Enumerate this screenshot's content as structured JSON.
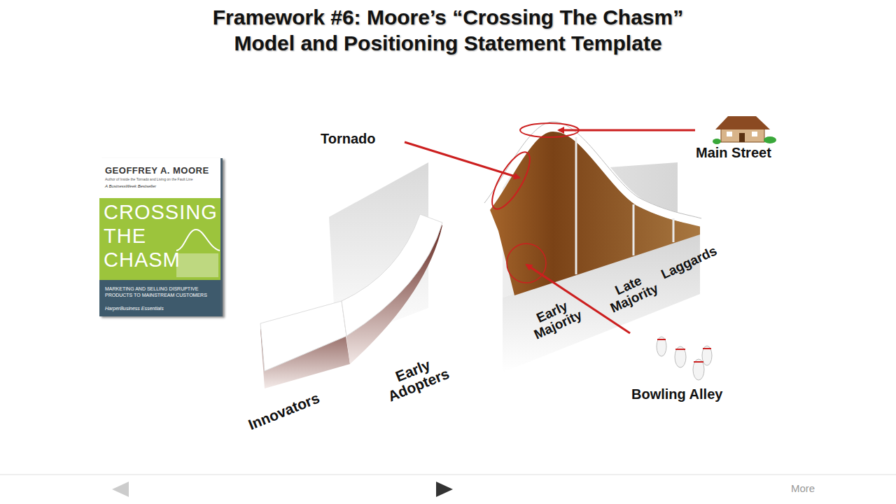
{
  "diagram": {
    "title": "Framework #6: Moore’s “Crossing The Chasm” Model and Positioning Statement Template",
    "nodes": [
      {
        "text": [
          "GEOFFREY A. MOORE",
          "Author of Inside the Tornado and Living on the Fault Line",
          "A BusinessWeek Bestseller",
          "CROSSING THE CHASM",
          "MARKETING AND SELLING DISRUPTIVE PRODUCTS TO MAINSTREAM CUSTOMERS",
          "HarperBusiness Essentials"
        ]
      }
    ],
    "labels": [
      "Tornado",
      "Main Street",
      "Innovators",
      "Early Adopters",
      "Early Majority",
      "Late Majority",
      "Laggards",
      "Bowling Alley",
      "More"
    ]
  }
}
